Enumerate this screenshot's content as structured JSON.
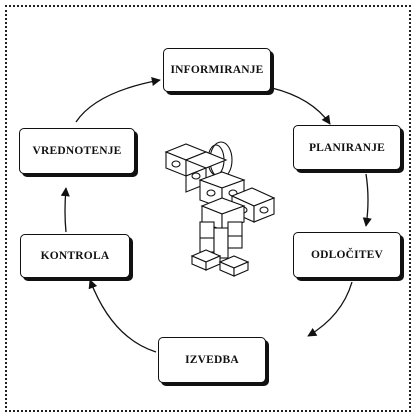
{
  "cycle": {
    "steps": [
      {
        "label": "INFORMIRANJE"
      },
      {
        "label": "PLANIRANJE"
      },
      {
        "label": "ODLOČITEV"
      },
      {
        "label": "IZVEDBA"
      },
      {
        "label": "KONTROLA"
      },
      {
        "label": "VREDNOTENJE"
      }
    ]
  },
  "colors": {
    "line": "#111111",
    "box_fill": "#ffffff",
    "shadow": "#111111"
  },
  "icons": {
    "center": "block-figure-icon"
  }
}
